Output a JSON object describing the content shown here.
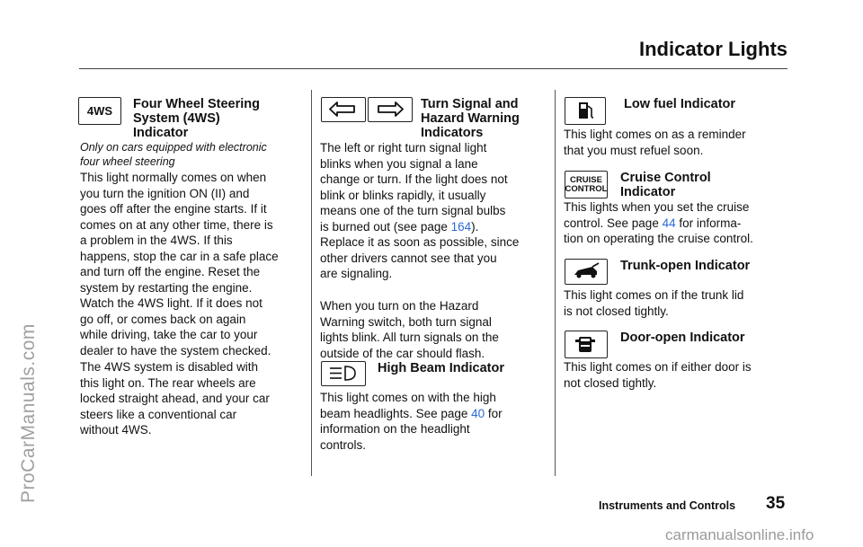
{
  "page": {
    "title": "Indicator Lights",
    "footer_section": "Instruments and Controls",
    "page_number": "35"
  },
  "col1": {
    "icon_label": "4WS",
    "heading": [
      "Four Wheel Steering",
      "System (4WS)",
      "Indicator"
    ],
    "note": [
      "Only on cars equipped with electronic",
      "four wheel steering"
    ],
    "para1": [
      "This light normally comes on when",
      "you turn the ignition ON (II) and",
      "goes off after the engine starts. If it",
      "comes on at any other time, there is",
      "a problem in the 4WS. If this",
      "happens, stop the car in a safe place",
      "and turn off the engine. Reset the",
      "system by restarting the engine.",
      "Watch the 4WS light. If it does not",
      "go off, or comes back on again",
      "while driving, take the car to your",
      "dealer to have the system checked."
    ],
    "para2": [
      "The 4WS system is disabled with",
      "this light on. The rear wheels are",
      "locked straight ahead, and your car",
      "steers like a conventional car",
      "without 4WS."
    ]
  },
  "col2": {
    "turn_heading": [
      "Turn Signal and",
      "Hazard Warning",
      "Indicators"
    ],
    "turn_para": {
      "l1": "The left or right turn signal light",
      "l2": "blinks when you signal a lane",
      "l3": "change or turn. If the light does not",
      "l4": "blink or blinks rapidly, it usually",
      "l5": "means one of the turn signal bulbs",
      "l6_pre": "is burned out (see page ",
      "l6_link": "164",
      "l6_post": ").",
      "l7": "Replace it as soon as possible, since",
      "l8": "other drivers cannot see that you",
      "l9": "are signaling."
    },
    "hazard_para": [
      "When you turn on the Hazard",
      "Warning switch, both turn signal",
      "lights blink. All turn signals on the",
      "outside of the car should flash."
    ],
    "beam_heading": "High Beam Indicator",
    "beam_para": {
      "l1": "This light comes on with the high",
      "l2_pre": "beam headlights. See page ",
      "l2_link": "40",
      "l2_post": " for",
      "l3": "information on the headlight",
      "l4": "controls."
    }
  },
  "col3": {
    "fuel_heading": "Low fuel Indicator",
    "fuel_para": [
      "This light comes on as a reminder",
      "that you must refuel soon."
    ],
    "cruise_icon": [
      "CRUISE",
      "CONTROL"
    ],
    "cruise_heading": [
      "Cruise Control",
      "Indicator"
    ],
    "cruise_para": {
      "l1": "This lights when you set the cruise",
      "l2_pre": "control. See page ",
      "l2_link": "44",
      "l2_post": " for informa-",
      "l3": "tion on operating the cruise control."
    },
    "trunk_heading": "Trunk-open Indicator",
    "trunk_para": [
      "This light comes on if the trunk lid",
      "is not closed tightly."
    ],
    "door_heading": "Door-open Indicator",
    "door_para": [
      "This light comes on if either door is",
      "not closed tightly."
    ]
  },
  "watermarks": {
    "left": "ProCarManuals.com",
    "bottom": "carmanualsonline.info"
  }
}
